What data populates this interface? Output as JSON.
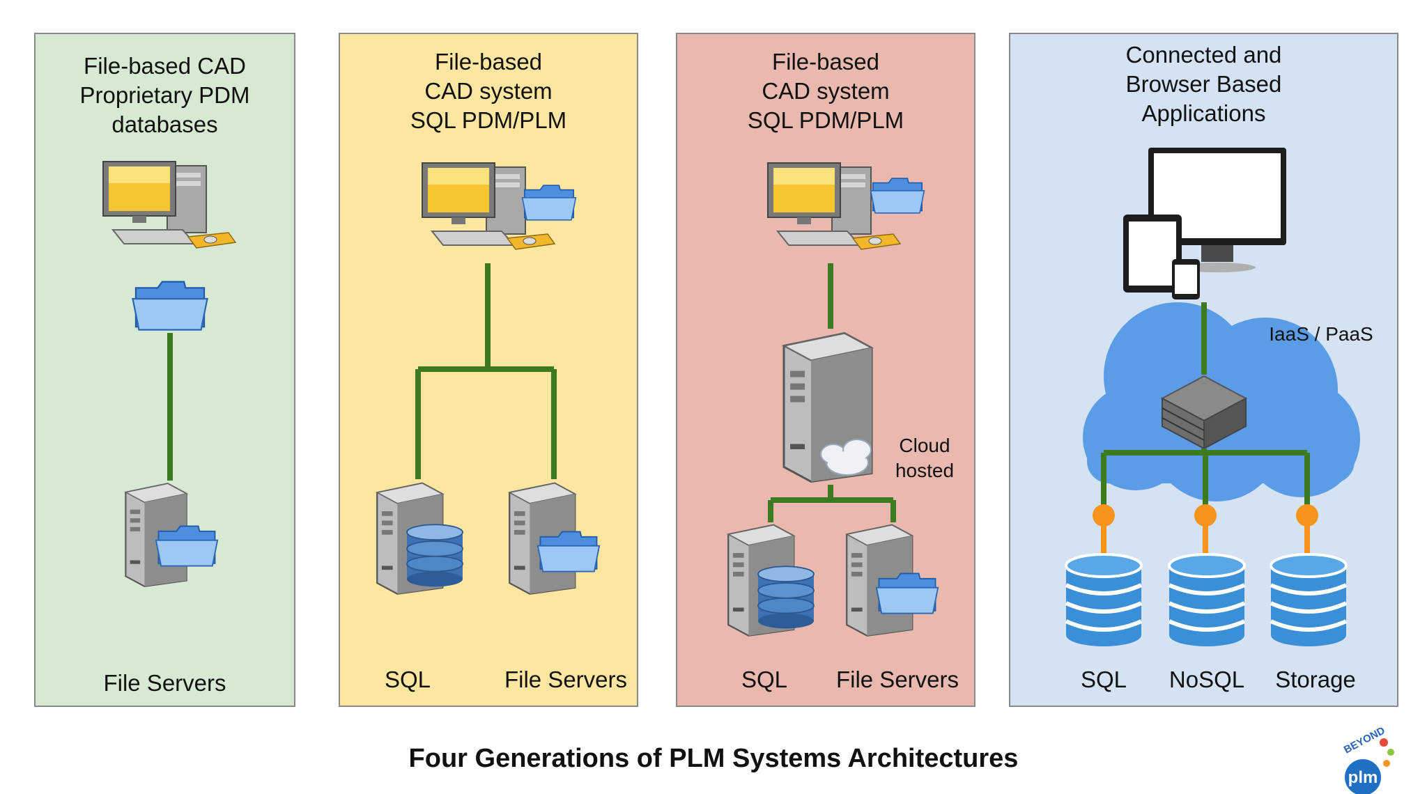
{
  "diagram": {
    "title": "Four Generations of PLM Systems Architectures",
    "generations": [
      {
        "heading_lines": [
          "File-based CAD",
          "Proprietary PDM",
          "databases"
        ],
        "labels": [
          "File Servers"
        ]
      },
      {
        "heading_lines": [
          "File-based",
          "CAD system",
          "SQL PDM/PLM"
        ],
        "labels": [
          "SQL",
          "File Servers"
        ]
      },
      {
        "heading_lines": [
          "File-based",
          "CAD system",
          "SQL PDM/PLM"
        ],
        "labels": [
          "SQL",
          "File Servers"
        ],
        "annotation_lines": [
          "Cloud",
          "hosted"
        ]
      },
      {
        "heading_lines": [
          "Connected and",
          "Browser Based",
          "Applications"
        ],
        "labels": [
          "SQL",
          "NoSQL",
          "Storage"
        ],
        "annotation": "IaaS / PaaS"
      }
    ],
    "logo": {
      "top_text": "BEYOND",
      "main_text": "plm"
    },
    "colors": {
      "gen1_bg": "#d8e9d3",
      "gen2_bg": "#fde6a0",
      "gen3_bg": "#e9b8ae",
      "gen4_bg": "#d4e2f3",
      "connector": "#3d7a1f",
      "cloud": "#5a9de6",
      "db_blue": "#3f8fd0",
      "node": "#f7941d"
    },
    "icons": [
      "desktop-computer-icon",
      "folder-icon",
      "server-icon",
      "database-icon",
      "cloud-icon",
      "monitor-tablet-phone-icon",
      "network-switch-icon"
    ]
  }
}
